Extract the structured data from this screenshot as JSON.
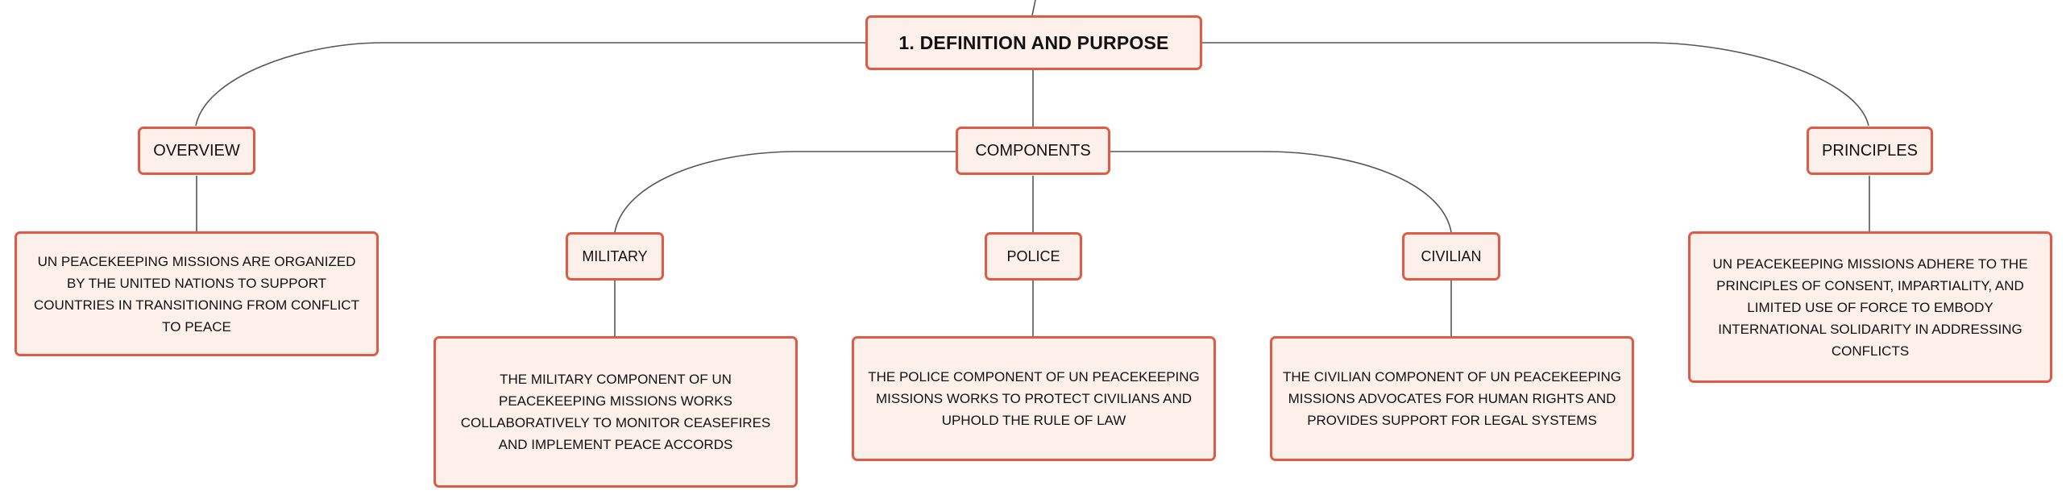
{
  "root": {
    "label": "1. DEFINITION AND PURPOSE"
  },
  "overview": {
    "label": "OVERVIEW",
    "text": "UN PEACEKEEPING MISSIONS ARE ORGANIZED BY THE UNITED NATIONS TO SUPPORT COUNTRIES IN TRANSITIONING FROM CONFLICT TO PEACE"
  },
  "components": {
    "label": "COMPONENTS",
    "military": {
      "label": "MILITARY",
      "text": "THE MILITARY COMPONENT OF UN PEACEKEEPING MISSIONS WORKS COLLABORATIVELY TO MONITOR CEASEFIRES AND IMPLEMENT PEACE ACCORDS"
    },
    "police": {
      "label": "POLICE",
      "text": "THE POLICE COMPONENT OF UN PEACEKEEPING MISSIONS WORKS TO PROTECT CIVILIANS AND UPHOLD THE RULE OF LAW"
    },
    "civilian": {
      "label": "CIVILIAN",
      "text": "THE CIVILIAN COMPONENT OF UN PEACEKEEPING MISSIONS ADVOCATES FOR HUMAN RIGHTS AND PROVIDES SUPPORT FOR LEGAL SYSTEMS"
    }
  },
  "principles": {
    "label": "PRINCIPLES",
    "text": "UN PEACEKEEPING MISSIONS ADHERE TO THE PRINCIPLES OF CONSENT, IMPARTIALITY, AND LIMITED USE OF FORCE TO EMBODY INTERNATIONAL SOLIDARITY IN ADDRESSING CONFLICTS"
  },
  "colors": {
    "node_border": "#e05a44",
    "node_fill": "#fdf0ea",
    "connector": "#555555"
  }
}
